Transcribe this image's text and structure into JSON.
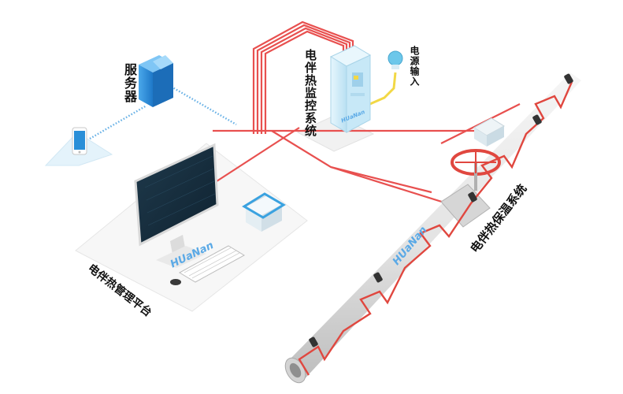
{
  "labels": {
    "server": "服务器",
    "monitor_system": "电伴热监控系统",
    "power_input": "电源输入",
    "management_platform": "电伴热管理平台",
    "insulation_system": "电伴热保温系统"
  },
  "brand": {
    "text": "HUaNan"
  },
  "colors": {
    "heat_cable": "#e8504f",
    "signal": "#6ab2e6",
    "panel": "#cfeaf7",
    "pipe": "#e5e5e5",
    "power_wire": "#f2d845"
  }
}
